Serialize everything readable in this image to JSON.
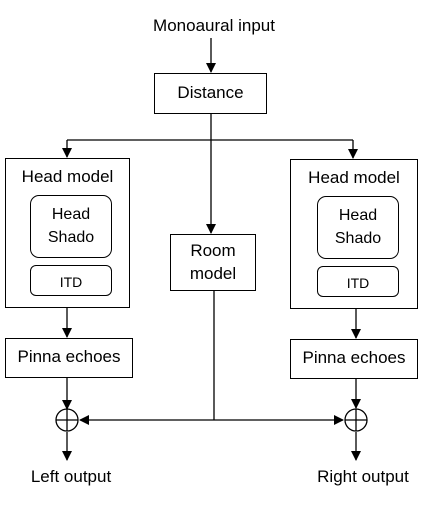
{
  "input_label": "Monoaural input",
  "distance_label": "Distance",
  "room_model_label": [
    "Room",
    "model"
  ],
  "left_branch": {
    "head_model_label": "Head model",
    "head_shadow_label": [
      "Head",
      "Shado"
    ],
    "itd_label": "ITD",
    "pinna_label": "Pinna echoes",
    "output_label": "Left output"
  },
  "right_branch": {
    "head_model_label": "Head model",
    "head_shadow_label": [
      "Head",
      "Shado"
    ],
    "itd_label": "ITD",
    "pinna_label": "Pinna echoes",
    "output_label": "Right output"
  }
}
